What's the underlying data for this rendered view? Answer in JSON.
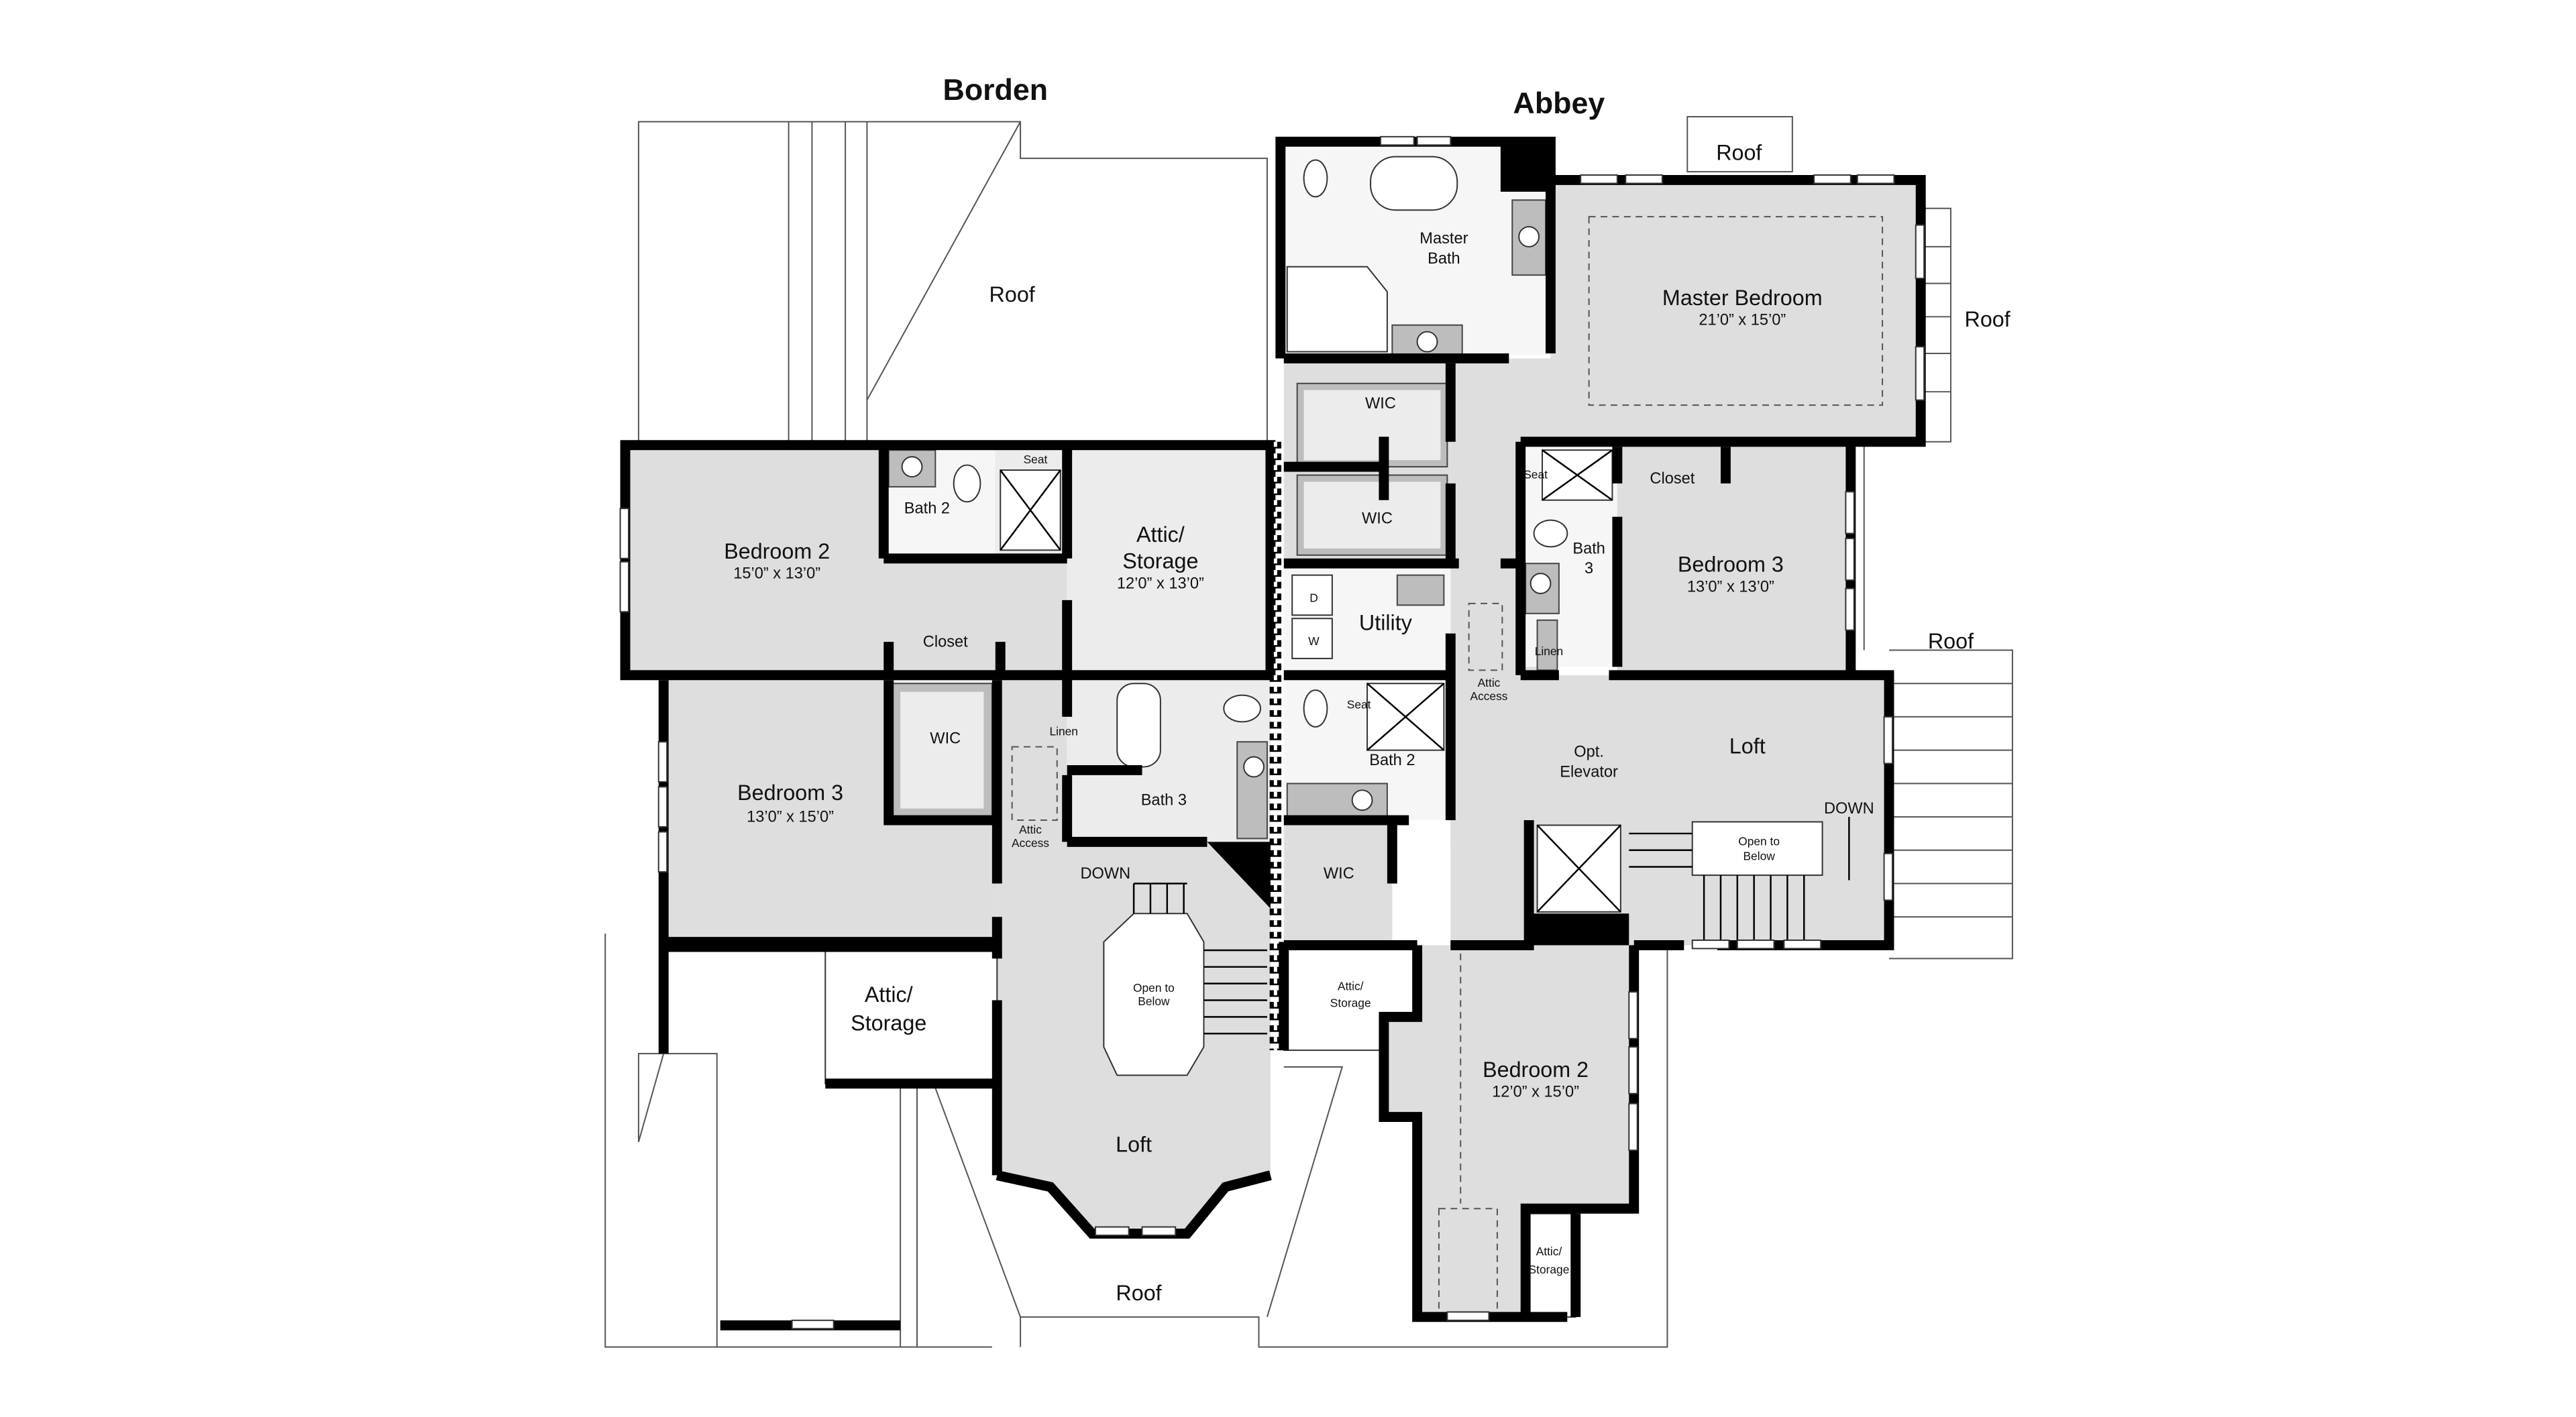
{
  "titles": {
    "left": "Borden",
    "right": "Abbey"
  },
  "borden": {
    "roof_top": "Roof",
    "bedroom2": {
      "name": "Bedroom 2",
      "dim": "15’0” x 13’0”"
    },
    "bath2": "Bath 2",
    "seat": "Seat",
    "attic_storage": {
      "name_1": "Attic/",
      "name_2": "Storage",
      "dim": "12’0” x 13’0”"
    },
    "closet": "Closet",
    "bedroom3": {
      "name": "Bedroom 3",
      "dim": "13’0” x 15’0”"
    },
    "wic": "WIC",
    "linen": "Linen",
    "bath3": "Bath 3",
    "attic_access_1": "Attic",
    "attic_access_2": "Access",
    "down": "DOWN",
    "open_below_1": "Open to",
    "open_below_2": "Below",
    "loft": "Loft",
    "attic_storage_lower_1": "Attic/",
    "attic_storage_lower_2": "Storage",
    "roof_bottom": "Roof"
  },
  "abbey": {
    "roof_top": "Roof",
    "roof_right": "Roof",
    "roof_right_lower": "Roof",
    "master_bath_1": "Master",
    "master_bath_2": "Bath",
    "master_bedroom": {
      "name": "Master Bedroom",
      "dim": "21’0” x 15’0”"
    },
    "wic_upper": "WIC",
    "wic_lower": "WIC",
    "utility": "Utility",
    "washer": "W",
    "dryer": "D",
    "seat_bath3": "Seat",
    "closet": "Closet",
    "bath3_1": "Bath",
    "bath3_2": "3",
    "bedroom3": {
      "name": "Bedroom 3",
      "dim": "13’0” x 13’0”"
    },
    "linen": "Linen",
    "attic_access_1": "Attic",
    "attic_access_2": "Access",
    "seat_bath2": "Seat",
    "bath2": "Bath 2",
    "opt_elevator_1": "Opt.",
    "opt_elevator_2": "Elevator",
    "loft": "Loft",
    "down": "DOWN",
    "open_below_1": "Open to",
    "open_below_2": "Below",
    "wic_small": "WIC",
    "attic_storage_1": "Attic/",
    "attic_storage_2": "Storage",
    "bedroom2": {
      "name": "Bedroom 2",
      "dim": "12’0” x 15’0”"
    },
    "attic_storage_small_1": "Attic/",
    "attic_storage_small_2": "Storage"
  }
}
